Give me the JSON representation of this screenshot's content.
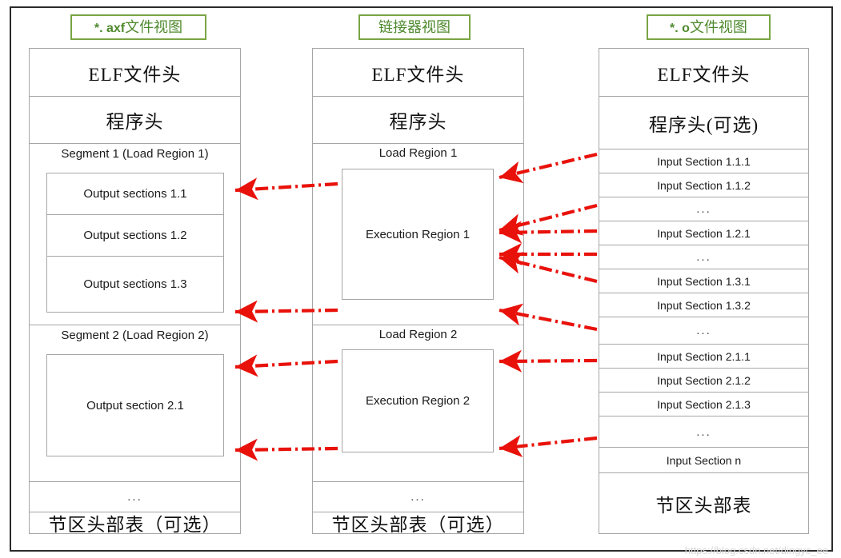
{
  "diagram": {
    "title_watermark": "https://blog.csdn.net/dingyc_ee",
    "accent_green": "#7aa444",
    "accent_green_text": "#4f8a2e",
    "arrow_red": "#e8120b",
    "border_gray": "#a6a6a6",
    "frame_black": "#2b2b2b"
  },
  "columns": [
    {
      "id": "axf",
      "header_prefix": "*. axf",
      "header_suffix": "文件视图",
      "rows": [
        {
          "kind": "text",
          "label": "ELF文件头",
          "style": "cn"
        },
        {
          "kind": "text",
          "label": "程序头",
          "style": "cn"
        },
        {
          "kind": "segment",
          "label": "Segment 1 (Load Region 1)",
          "children": [
            "Output sections 1.1",
            "Output sections 1.2",
            "Output sections 1.3"
          ]
        },
        {
          "kind": "segment",
          "label": "Segment 2 (Load Region 2)",
          "children": [
            "Output section 2.1"
          ]
        },
        {
          "kind": "text",
          "label": "...",
          "style": "dots"
        },
        {
          "kind": "text",
          "label": "节区头部表（可选）",
          "style": "cn"
        }
      ]
    },
    {
      "id": "linker",
      "header_prefix": "",
      "header_suffix": "链接器视图",
      "rows": [
        {
          "kind": "text",
          "label": "ELF文件头",
          "style": "cn"
        },
        {
          "kind": "text",
          "label": "程序头",
          "style": "cn"
        },
        {
          "kind": "loadregion",
          "label": "Load Region 1",
          "exec_label": "Execution Region 1"
        },
        {
          "kind": "loadregion",
          "label": "Load Region 2",
          "exec_label": "Execution Region 2"
        },
        {
          "kind": "text",
          "label": "...",
          "style": "dots"
        },
        {
          "kind": "text",
          "label": "节区头部表（可选）",
          "style": "cn"
        }
      ]
    },
    {
      "id": "obj",
      "header_prefix": "*. o",
      "header_suffix": "文件视图",
      "rows": [
        {
          "kind": "text",
          "label": "ELF文件头",
          "style": "cn"
        },
        {
          "kind": "text",
          "label": "程序头(可选)",
          "style": "cn"
        },
        {
          "kind": "text",
          "label": "Input Section 1.1.1",
          "style": "en"
        },
        {
          "kind": "text",
          "label": "Input Section 1.1.2",
          "style": "en"
        },
        {
          "kind": "text",
          "label": "...",
          "style": "dots"
        },
        {
          "kind": "text",
          "label": "Input Section 1.2.1",
          "style": "en"
        },
        {
          "kind": "text",
          "label": "...",
          "style": "dots"
        },
        {
          "kind": "text",
          "label": "Input Section 1.3.1",
          "style": "en"
        },
        {
          "kind": "text",
          "label": "Input Section 1.3.2",
          "style": "en"
        },
        {
          "kind": "text",
          "label": "...",
          "style": "dots"
        },
        {
          "kind": "text",
          "label": "Input Section 2.1.1",
          "style": "en"
        },
        {
          "kind": "text",
          "label": "Input Section 2.1.2",
          "style": "en"
        },
        {
          "kind": "text",
          "label": "Input Section 2.1.3",
          "style": "en"
        },
        {
          "kind": "text",
          "label": "...",
          "style": "dots"
        },
        {
          "kind": "text",
          "label": "Input Section n",
          "style": "en"
        },
        {
          "kind": "text",
          "label": "节区头部表",
          "style": "cn"
        }
      ]
    }
  ]
}
